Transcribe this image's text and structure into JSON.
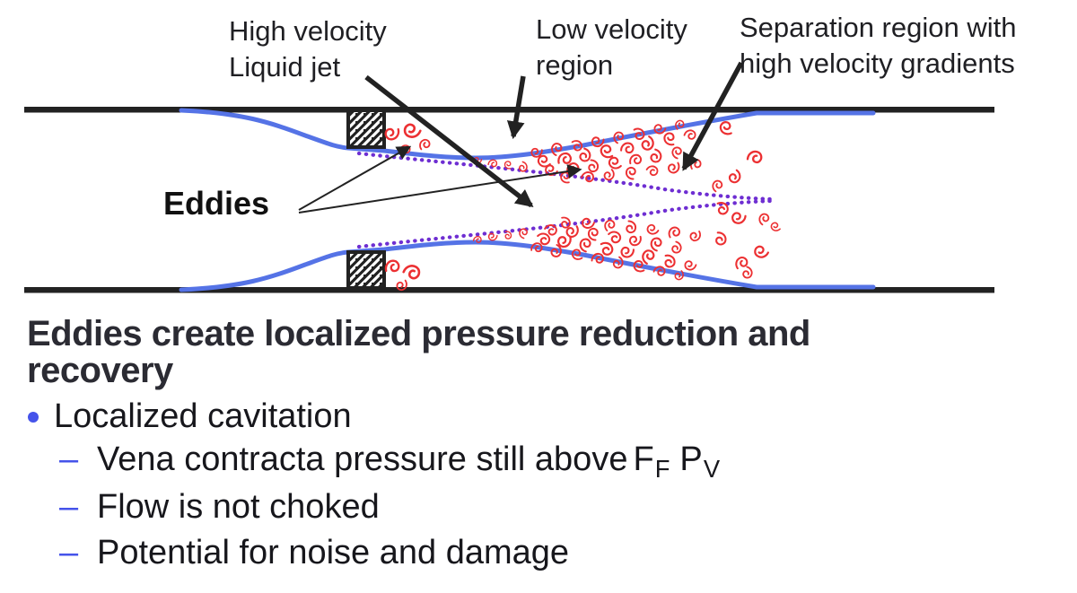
{
  "colors": {
    "flow_blue": "#5573e6",
    "shear_purple": "#6e2ed2",
    "eddy_red": "#ec3032",
    "ink": "#222222",
    "text": "#1f1f23",
    "heading": "#2b2b33",
    "bullet_blue": "#4553ea"
  },
  "labels": {
    "high_velocity": {
      "line1": "High velocity",
      "line2": "Liquid jet"
    },
    "low_velocity": {
      "line1": "Low velocity",
      "line2": "region"
    },
    "separation": {
      "line1": "Separation region with",
      "line2": "high velocity gradients"
    },
    "eddies": "Eddies"
  },
  "caption": {
    "heading_line1": "Eddies create localized pressure reduction and",
    "heading_line2": "recovery",
    "bullet": "Localized cavitation",
    "dash": "–",
    "sub1_prefix": "Vena contracta pressure still above",
    "formula": {
      "f_base": "F",
      "f_sub": "F",
      "p_base": "P",
      "p_sub": "V"
    },
    "sub2": "Flow is not choked",
    "sub3": "Potential for noise and damage"
  },
  "diagram": {
    "eddies": [
      [
        437,
        149,
        0.9,
        0
      ],
      [
        459,
        146,
        1.0,
        35
      ],
      [
        473,
        161,
        0.7,
        160
      ],
      [
        452,
        166,
        0.6,
        220
      ],
      [
        437,
        297,
        0.9,
        180
      ],
      [
        459,
        303,
        1.0,
        215
      ],
      [
        448,
        318,
        0.7,
        340
      ],
      [
        532,
        179,
        0.5,
        20
      ],
      [
        549,
        182,
        0.55,
        200
      ],
      [
        566,
        184,
        0.5,
        90
      ],
      [
        583,
        186,
        0.6,
        300
      ],
      [
        532,
        267,
        0.5,
        200
      ],
      [
        549,
        264,
        0.55,
        20
      ],
      [
        566,
        262,
        0.5,
        270
      ],
      [
        583,
        260,
        0.6,
        120
      ],
      [
        598,
        170,
        0.7,
        10
      ],
      [
        620,
        166,
        0.75,
        130
      ],
      [
        643,
        162,
        0.7,
        250
      ],
      [
        666,
        158,
        0.75,
        15
      ],
      [
        689,
        153,
        0.7,
        135
      ],
      [
        712,
        149,
        0.75,
        255
      ],
      [
        735,
        144,
        0.7,
        30
      ],
      [
        757,
        139,
        0.6,
        150
      ],
      [
        606,
        180,
        0.8,
        60
      ],
      [
        629,
        177,
        0.85,
        180
      ],
      [
        652,
        173,
        0.8,
        300
      ],
      [
        676,
        169,
        0.85,
        75
      ],
      [
        699,
        165,
        0.8,
        195
      ],
      [
        722,
        160,
        0.85,
        315
      ],
      [
        746,
        155,
        0.8,
        90
      ],
      [
        769,
        150,
        0.7,
        210
      ],
      [
        614,
        190,
        0.75,
        45
      ],
      [
        638,
        188,
        0.8,
        165
      ],
      [
        661,
        185,
        0.75,
        285
      ],
      [
        685,
        182,
        0.8,
        60
      ],
      [
        708,
        178,
        0.75,
        180
      ],
      [
        731,
        174,
        0.8,
        300
      ],
      [
        754,
        170,
        0.7,
        120
      ],
      [
        630,
        198,
        0.7,
        90
      ],
      [
        655,
        197,
        0.75,
        210
      ],
      [
        679,
        195,
        0.7,
        330
      ],
      [
        703,
        193,
        0.75,
        105
      ],
      [
        727,
        190,
        0.7,
        225
      ],
      [
        751,
        187,
        0.75,
        345
      ],
      [
        775,
        183,
        0.7,
        165
      ],
      [
        809,
        143,
        0.85,
        80
      ],
      [
        841,
        175,
        0.9,
        200
      ],
      [
        819,
        197,
        0.8,
        320
      ],
      [
        799,
        207,
        0.7,
        140
      ],
      [
        598,
        276,
        0.7,
        190
      ],
      [
        620,
        280,
        0.75,
        310
      ],
      [
        643,
        284,
        0.7,
        70
      ],
      [
        666,
        288,
        0.75,
        195
      ],
      [
        689,
        293,
        0.7,
        315
      ],
      [
        712,
        297,
        0.75,
        75
      ],
      [
        735,
        302,
        0.7,
        210
      ],
      [
        757,
        307,
        0.6,
        330
      ],
      [
        606,
        266,
        0.8,
        240
      ],
      [
        629,
        269,
        0.85,
        0
      ],
      [
        652,
        273,
        0.8,
        120
      ],
      [
        676,
        277,
        0.85,
        255
      ],
      [
        699,
        281,
        0.8,
        15
      ],
      [
        722,
        286,
        0.85,
        135
      ],
      [
        746,
        291,
        0.8,
        270
      ],
      [
        769,
        296,
        0.7,
        30
      ],
      [
        614,
        256,
        0.75,
        225
      ],
      [
        638,
        258,
        0.8,
        345
      ],
      [
        661,
        261,
        0.75,
        105
      ],
      [
        685,
        264,
        0.8,
        240
      ],
      [
        708,
        268,
        0.75,
        0
      ],
      [
        731,
        272,
        0.8,
        120
      ],
      [
        754,
        276,
        0.7,
        300
      ],
      [
        630,
        248,
        0.7,
        270
      ],
      [
        655,
        249,
        0.75,
        30
      ],
      [
        679,
        251,
        0.7,
        150
      ],
      [
        703,
        253,
        0.75,
        285
      ],
      [
        727,
        256,
        0.7,
        45
      ],
      [
        751,
        259,
        0.75,
        165
      ],
      [
        775,
        263,
        0.7,
        345
      ],
      [
        805,
        232,
        0.8,
        260
      ],
      [
        823,
        243,
        0.85,
        20
      ],
      [
        851,
        244,
        0.7,
        140
      ],
      [
        803,
        266,
        0.8,
        280
      ],
      [
        848,
        281,
        0.85,
        40
      ],
      [
        826,
        293,
        0.8,
        160
      ],
      [
        833,
        304,
        0.7,
        300
      ],
      [
        864,
        253,
        0.6,
        60
      ]
    ]
  }
}
